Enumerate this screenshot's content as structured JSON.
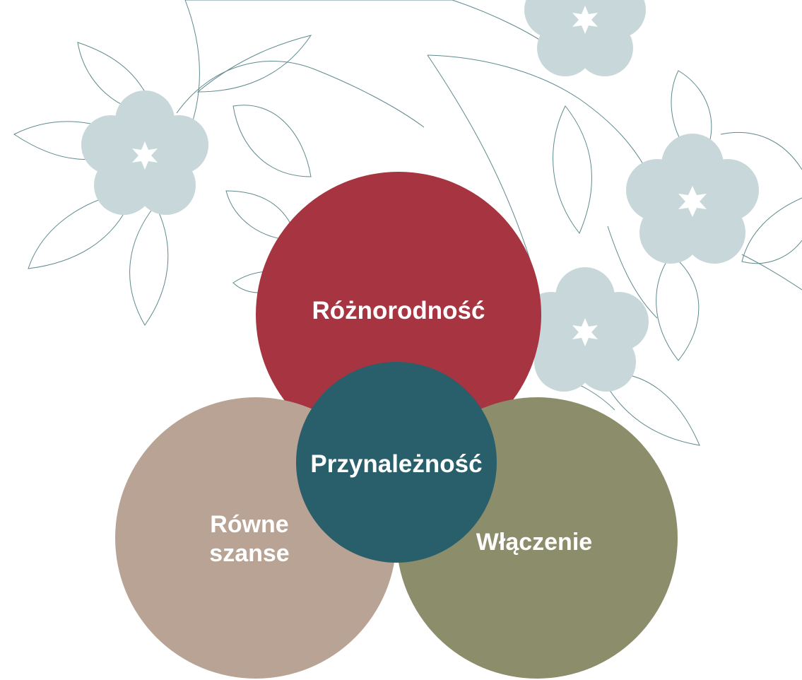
{
  "colors": {
    "top": "#a63441",
    "left": "#b8a394",
    "right": "#8b8d6b",
    "center": "#285f6a",
    "flower": "#c8d8da",
    "outline": "#5f8a8e"
  },
  "diagram": {
    "top_label": "Różnorodność",
    "left_label": "Równe szanse",
    "right_label": "Włączenie",
    "center_label": "Przynależność"
  },
  "decorations": {
    "icons": [
      "flower-icon",
      "leaf-outline-icon"
    ]
  }
}
